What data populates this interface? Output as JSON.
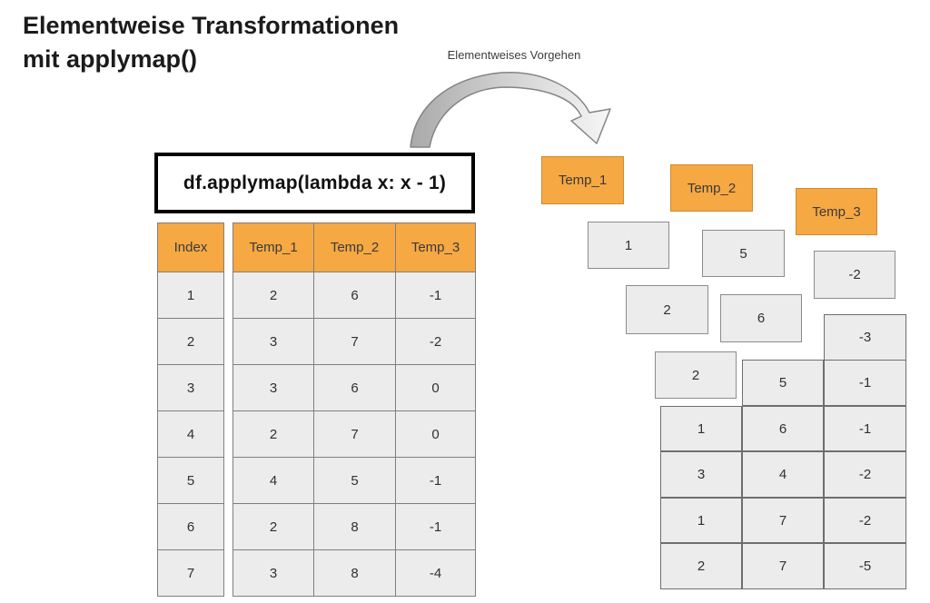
{
  "title": {
    "line1": "Elementweise Transformationen",
    "line2": "mit applymap()"
  },
  "arrow": {
    "label": "Elementweises Vorgehen"
  },
  "code_box": {
    "text": "df.applymap(lambda x: x - 1)"
  },
  "colors": {
    "accent_orange": "#F6A843",
    "accent_orange_border": "#CE8A2F",
    "cell_fill": "#ECECEC",
    "table_border": "#7F7F7F"
  },
  "left_table": {
    "index_header": "Index",
    "index_values": [
      "1",
      "2",
      "3",
      "4",
      "5",
      "6",
      "7"
    ],
    "headers": [
      "Temp_1",
      "Temp_2",
      "Temp_3"
    ],
    "rows": [
      [
        "2",
        "6",
        "-1"
      ],
      [
        "3",
        "7",
        "-2"
      ],
      [
        "3",
        "6",
        "0"
      ],
      [
        "2",
        "7",
        "0"
      ],
      [
        "4",
        "5",
        "-1"
      ],
      [
        "2",
        "8",
        "-1"
      ],
      [
        "3",
        "8",
        "-4"
      ]
    ]
  },
  "right_panel": {
    "headers": [
      "Temp_1",
      "Temp_2",
      "Temp_3"
    ],
    "falling_cells": [
      {
        "value": "1",
        "column": "Temp_1"
      },
      {
        "value": "5",
        "column": "Temp_2"
      },
      {
        "value": "-2",
        "column": "Temp_3"
      },
      {
        "value": "2",
        "column": "Temp_1"
      },
      {
        "value": "6",
        "column": "Temp_2"
      },
      {
        "value": "2",
        "column": "Temp_1"
      }
    ],
    "settled_rows": [
      [
        null,
        null,
        "-3"
      ],
      [
        null,
        "5",
        "-1"
      ],
      [
        "1",
        "6",
        "-1"
      ],
      [
        "3",
        "4",
        "-2"
      ],
      [
        "1",
        "7",
        "-2"
      ],
      [
        "2",
        "7",
        "-5"
      ]
    ]
  }
}
